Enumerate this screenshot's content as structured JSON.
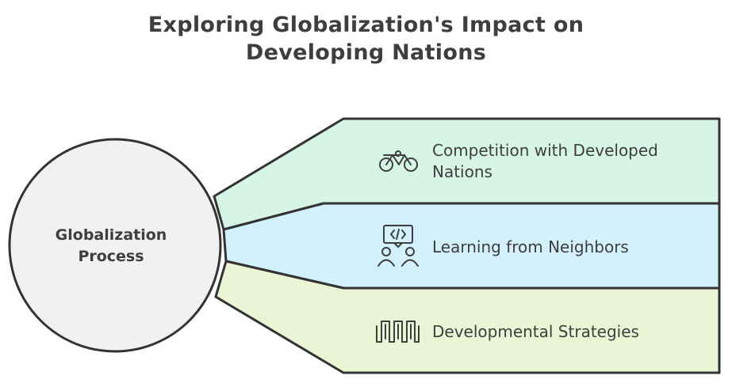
{
  "title": {
    "line1": "Exploring Globalization's Impact on",
    "line2": "Developing Nations"
  },
  "center": {
    "line1": "Globalization",
    "line2": "Process",
    "fill": "#f1f1f1"
  },
  "branches": [
    {
      "line1": "Competition with Developed",
      "line2": "Nations",
      "icon": "bicycle-icon",
      "fill": "#d6f5e6"
    },
    {
      "line1": "Learning from Neighbors",
      "icon": "code-collaboration-icon",
      "fill": "#d3f1fc"
    },
    {
      "line1": "Developmental Strategies",
      "icon": "wave-pattern-icon",
      "fill": "#eaf5d6"
    }
  ],
  "colors": {
    "stroke": "#333333",
    "text": "#3e3e3e"
  }
}
